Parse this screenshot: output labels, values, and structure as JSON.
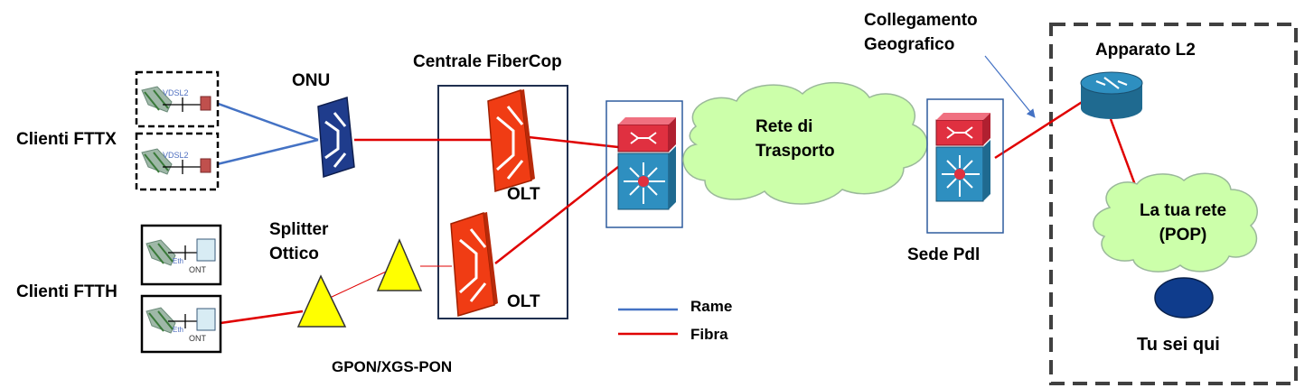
{
  "labels": {
    "clienti_fttx": "Clienti FTTX",
    "clienti_ftth": "Clienti FTTH",
    "onu": "ONU",
    "centrale": "Centrale FiberCop",
    "olt_top": "OLT",
    "olt_bottom": "OLT",
    "splitter_line1": "Splitter",
    "splitter_line2": "Ottico",
    "gpon": "GPON/XGS-PON",
    "rete_trasporto_line1": "Rete di",
    "rete_trasporto_line2": "Trasporto",
    "collegamento_line1": "Collegamento",
    "collegamento_line2": "Geografico",
    "sede_pdl": "Sede Pdl",
    "apparato_l2": "Apparato L2",
    "tua_rete_line1": "La tua rete",
    "tua_rete_line2": "(POP)",
    "tu_sei_qui": "Tu sei qui"
  },
  "device_labels": {
    "vdsl_1": "VDSL2",
    "vdsl_2": "VDSL2",
    "eth_1": "Eth",
    "eth_2": "Eth",
    "ont_1": "ONT",
    "ont_2": "ONT"
  },
  "legend": {
    "rame": "Rame",
    "fibra": "Fibra"
  },
  "colors": {
    "rame": "#4472C4",
    "fibra": "#E00000",
    "olt_fill": "#F03C14",
    "onu_fill": "#1F3C8C",
    "splitter_fill": "#FFFF00",
    "cloud_fill": "#CCFFAA",
    "box_border": "#2E5C9E",
    "router_fill": "#2E8FC0",
    "you_are_here": "#0F3C8C"
  }
}
